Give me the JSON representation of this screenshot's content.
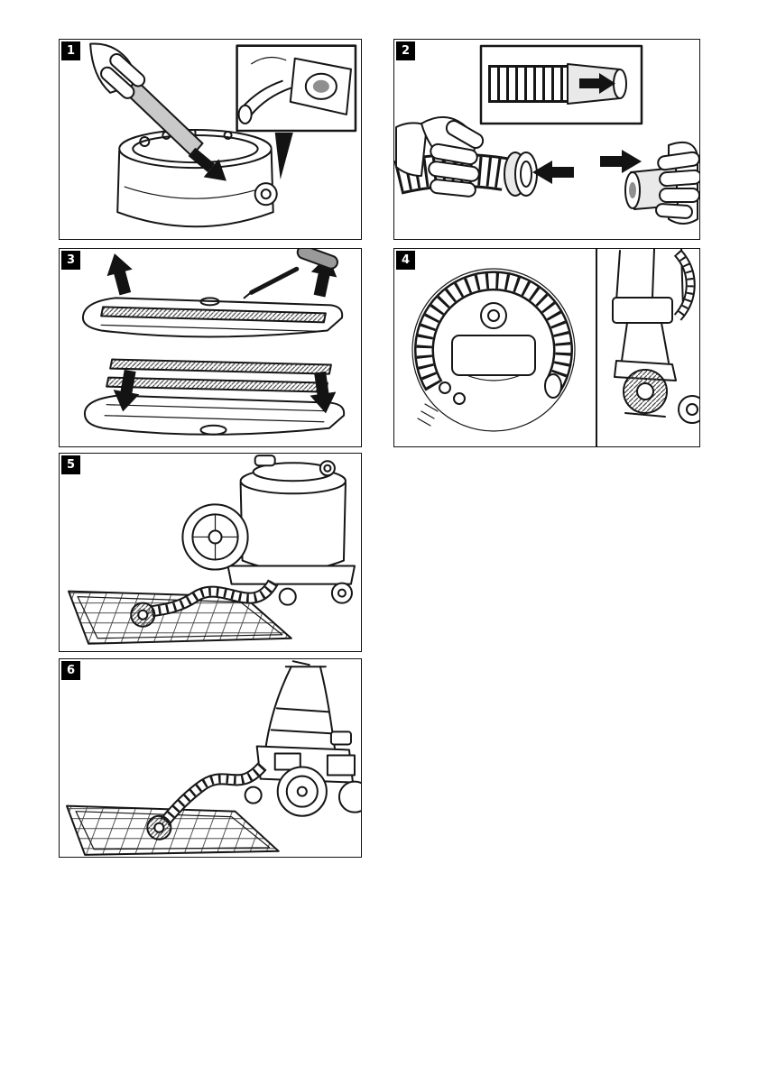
{
  "page": {
    "kind": "instruction-manual-figure-page",
    "background": "#ffffff"
  },
  "style": {
    "line_color": "#161616",
    "panel_border": "#111111",
    "badge_background": "#000000",
    "badge_text_color": "#ffffff",
    "shade_gray": "#c9c9c9"
  },
  "panels": [
    {
      "number": "1",
      "figure": "hand-removing-filter-from-container",
      "inset": "hose-inlet-connection-detail"
    },
    {
      "number": "2",
      "figure": "hands-separating-hose-adapter",
      "inset": "hose-end-with-insert-arrow"
    },
    {
      "number": "3",
      "figure": "floor-nozzle-brush-strip-removal-and-insertion"
    },
    {
      "number": "4",
      "figure": "hose-storage-top-view-and-upright-machine-detail"
    },
    {
      "number": "5",
      "figure": "container-vacuum-cleaning-grid-mat"
    },
    {
      "number": "6",
      "figure": "upright-machine-cleaning-grid-mat"
    }
  ]
}
